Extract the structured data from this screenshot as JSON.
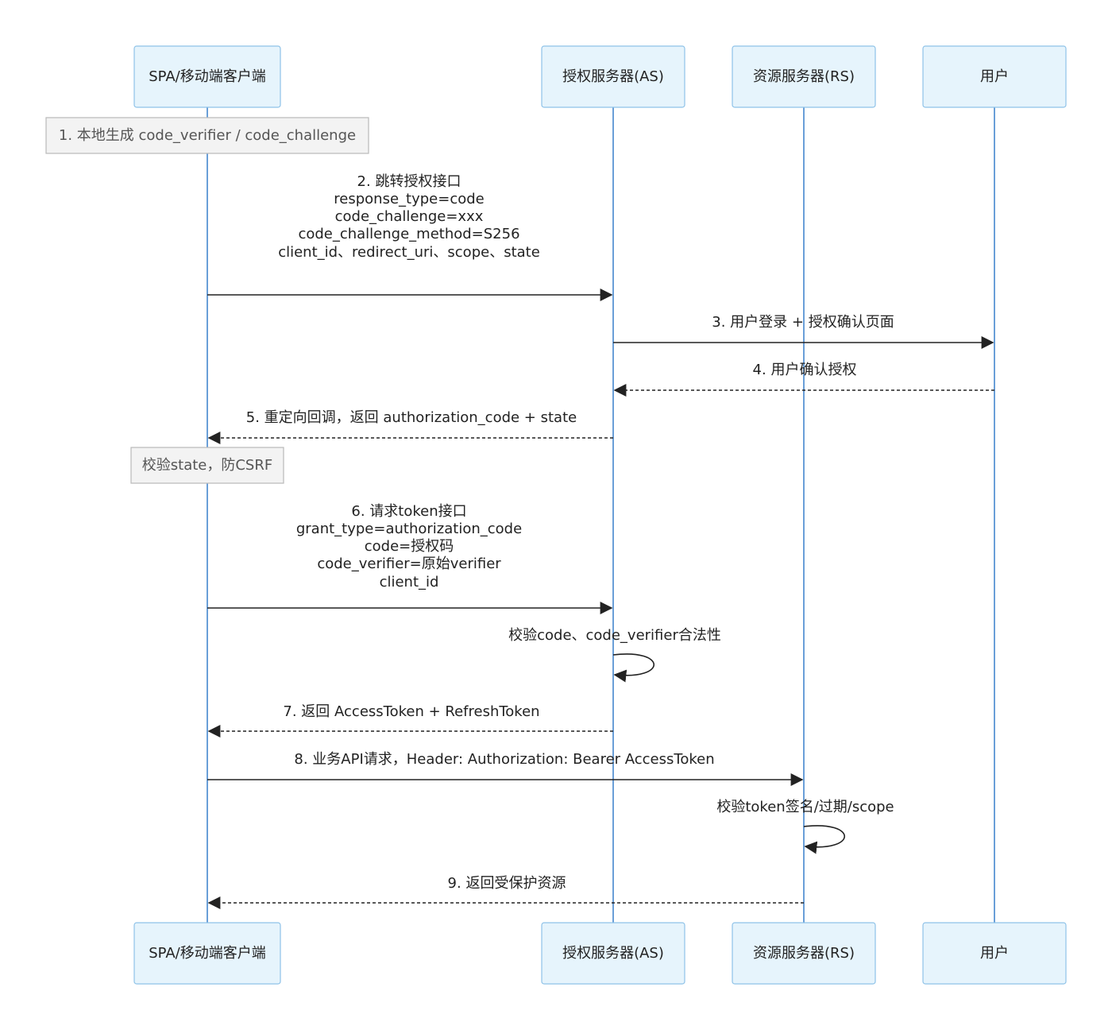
{
  "actors": {
    "client": "SPA/移动端客户端",
    "as": "授权服务器(AS)",
    "rs": "资源服务器(RS)",
    "user": "用户"
  },
  "notes": {
    "n1": "1. 本地生成 code_verifier / code_challenge",
    "n2": "校验state，防CSRF"
  },
  "messages": {
    "m2": [
      "2. 跳转授权接口",
      "response_type=code",
      "code_challenge=xxx",
      "code_challenge_method=S256",
      "client_id、redirect_uri、scope、state"
    ],
    "m3": "3. 用户登录 + 授权确认页面",
    "m4": "4. 用户确认授权",
    "m5": "5. 重定向回调，返回 authorization_code + state",
    "m6": [
      "6. 请求token接口",
      "grant_type=authorization_code",
      "code=授权码",
      "code_verifier=原始verifier",
      "client_id"
    ],
    "self1": "校验code、code_verifier合法性",
    "m7": "7. 返回 AccessToken + RefreshToken",
    "m8": "8. 业务API请求，Header: Authorization: Bearer AccessToken",
    "self2": "校验token签名/过期/scope",
    "m9": "9. 返回受保护资源"
  },
  "colors": {
    "actor_fill": "#e6f4fc",
    "actor_border": "#8ec2e8",
    "lifeline": "#6a9fd8",
    "note_fill": "#f3f3f3",
    "arrow": "#222222"
  }
}
